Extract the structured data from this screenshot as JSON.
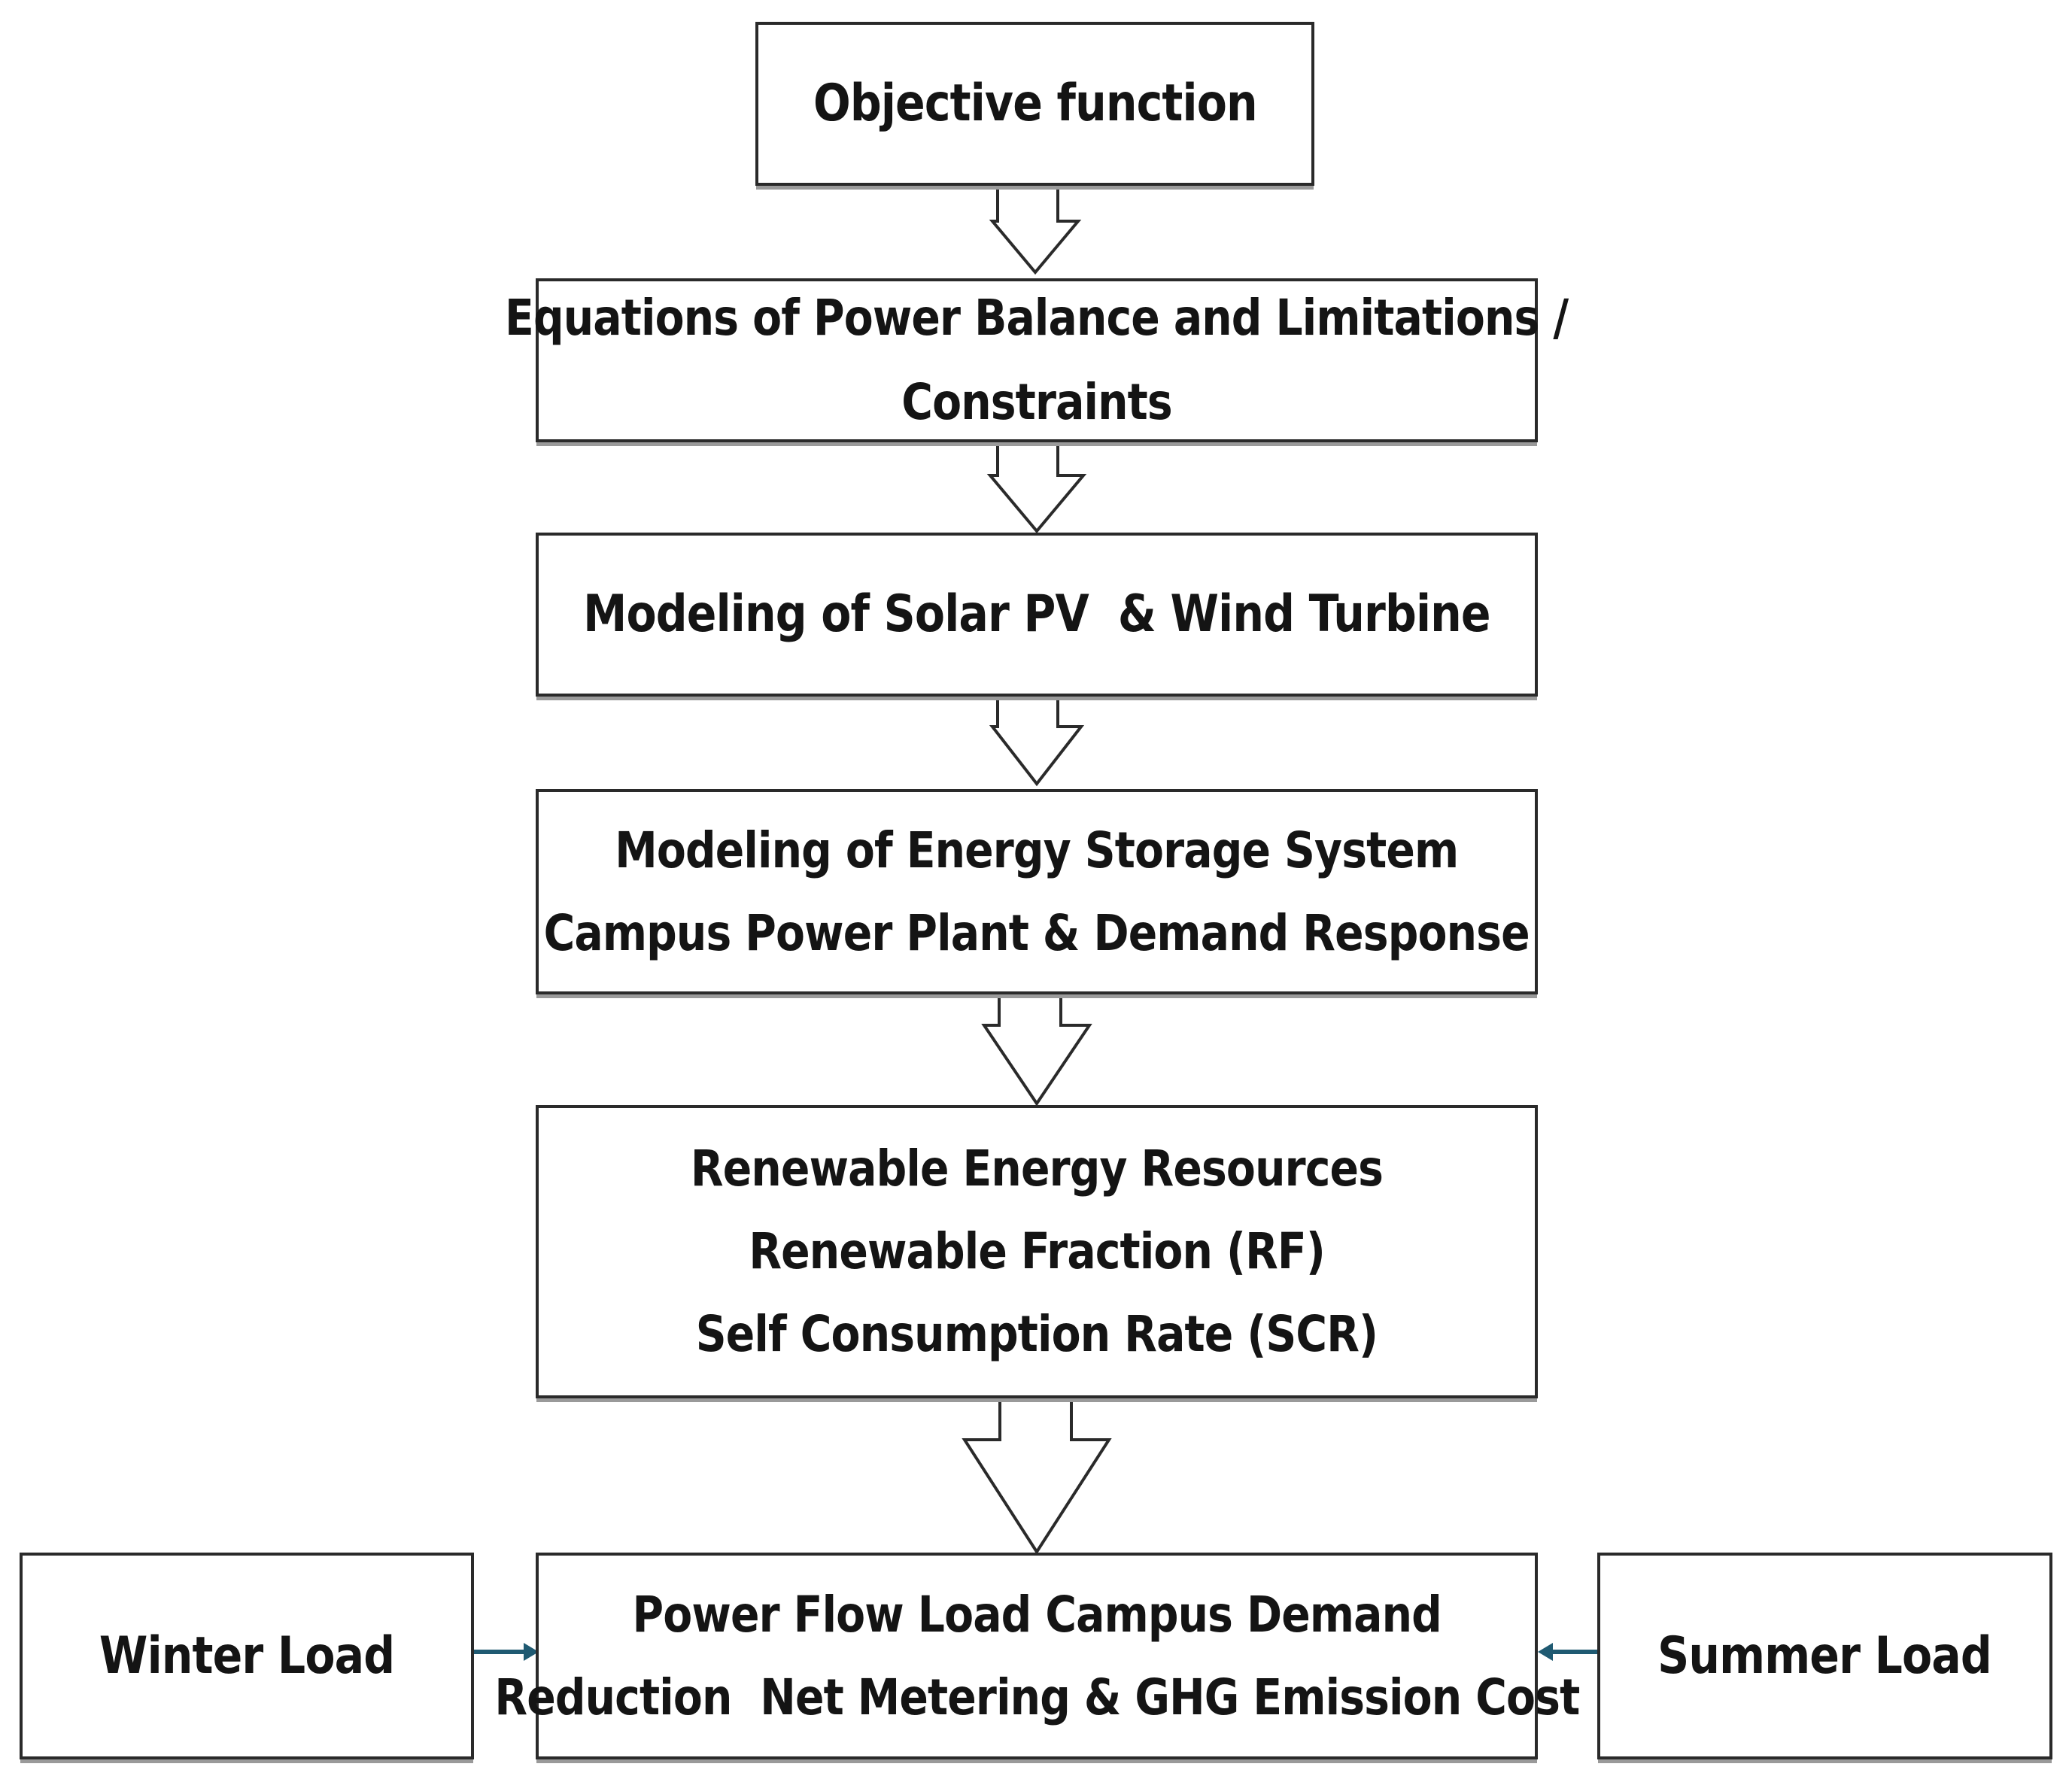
{
  "nodes": {
    "objective": {
      "lines": [
        "Objective function"
      ]
    },
    "equations": {
      "lines": [
        "Equations of Power Balance and Limitations /",
        "Constraints"
      ]
    },
    "solar_wind": {
      "lines": [
        "Modeling of Solar PV  & Wind Turbine"
      ]
    },
    "storage": {
      "lines": [
        "Modeling of Energy Storage System",
        "Campus Power Plant & Demand Response"
      ]
    },
    "renewable": {
      "lines": [
        "Renewable Energy Resources",
        "Renewable Fraction (RF)",
        "Self Consumption Rate (SCR)"
      ]
    },
    "power_flow": {
      "lines": [
        "Power Flow Load Campus Demand",
        "Reduction  Net Metering & GHG Emission Cost"
      ]
    },
    "winter": {
      "lines": [
        "Winter Load"
      ]
    },
    "summer": {
      "lines": [
        "Summer Load"
      ]
    }
  },
  "colors": {
    "box_border": "#2a2a2a",
    "box_shadow": "#9a9a9a",
    "text": "#141414",
    "flow_arrow": "#2a2a2a",
    "load_arrow": "#1f5a72"
  }
}
